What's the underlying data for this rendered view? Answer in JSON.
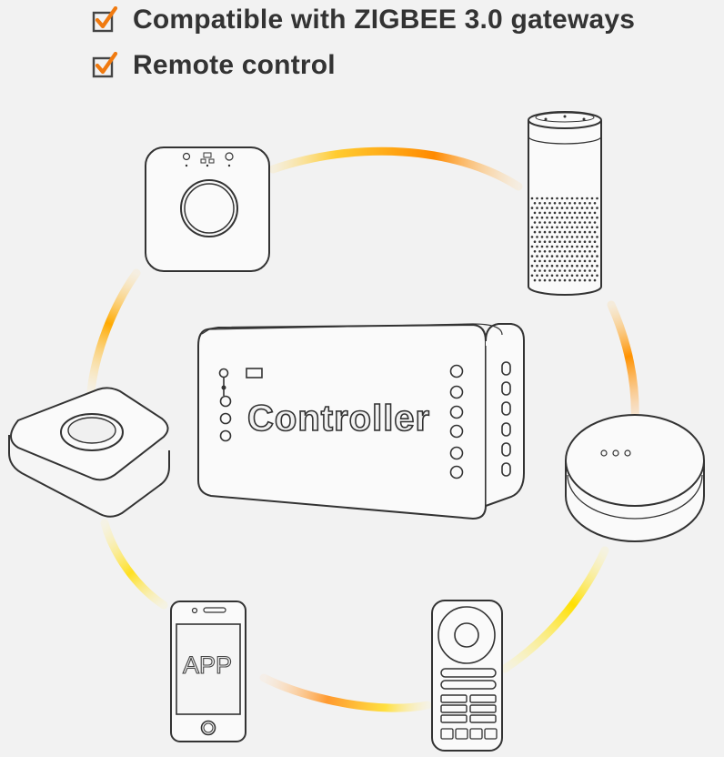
{
  "features": [
    {
      "text": "Compatible with ZIGBEE 3.0 gateways",
      "icon": "checkbox-checked-icon"
    },
    {
      "text": "Remote control",
      "icon": "checkbox-checked-icon"
    }
  ],
  "controller": {
    "label": "Controller"
  },
  "phone": {
    "label": "APP"
  },
  "colors": {
    "check": "#f07a10",
    "ring_orange": "#ff8a00",
    "ring_yellow": "#ffd400",
    "outline": "#333333",
    "background": "#f2f2f2"
  }
}
